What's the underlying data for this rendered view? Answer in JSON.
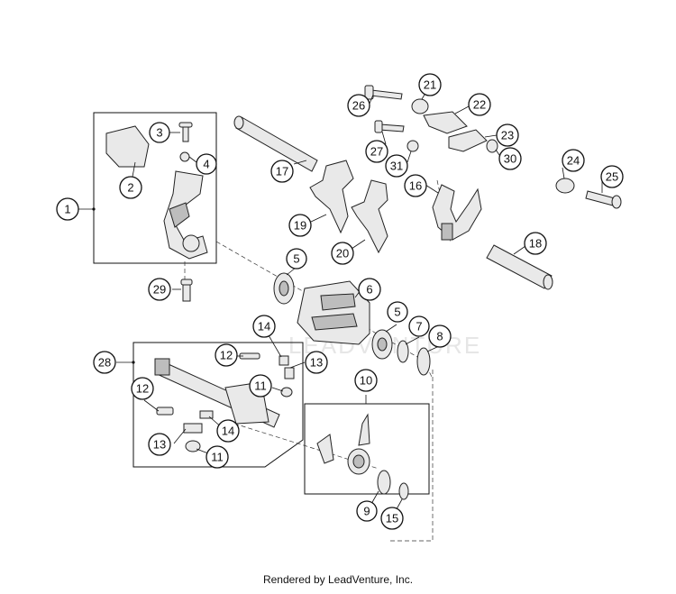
{
  "footer_text": "Rendered by LeadVenture, Inc.",
  "watermark_text": "LEADVENTURE",
  "callouts": [
    {
      "id": "c1",
      "label": "1"
    },
    {
      "id": "c2",
      "label": "2"
    },
    {
      "id": "c3",
      "label": "3"
    },
    {
      "id": "c4",
      "label": "4"
    },
    {
      "id": "c29",
      "label": "29"
    },
    {
      "id": "c17",
      "label": "17"
    },
    {
      "id": "c19",
      "label": "19"
    },
    {
      "id": "c5a",
      "label": "5"
    },
    {
      "id": "c20",
      "label": "20"
    },
    {
      "id": "c6",
      "label": "6"
    },
    {
      "id": "c16",
      "label": "16"
    },
    {
      "id": "c18",
      "label": "18"
    },
    {
      "id": "c26",
      "label": "26"
    },
    {
      "id": "c21",
      "label": "21"
    },
    {
      "id": "c22",
      "label": "22"
    },
    {
      "id": "c27",
      "label": "27"
    },
    {
      "id": "c23",
      "label": "23"
    },
    {
      "id": "c31",
      "label": "31"
    },
    {
      "id": "c30",
      "label": "30"
    },
    {
      "id": "c24",
      "label": "24"
    },
    {
      "id": "c25",
      "label": "25"
    },
    {
      "id": "c5b",
      "label": "5"
    },
    {
      "id": "c7",
      "label": "7"
    },
    {
      "id": "c8",
      "label": "8"
    },
    {
      "id": "c14a",
      "label": "14"
    },
    {
      "id": "c28",
      "label": "28"
    },
    {
      "id": "c12a",
      "label": "12"
    },
    {
      "id": "c13a",
      "label": "13"
    },
    {
      "id": "c11a",
      "label": "11"
    },
    {
      "id": "c12b",
      "label": "12"
    },
    {
      "id": "c14b",
      "label": "14"
    },
    {
      "id": "c13b",
      "label": "13"
    },
    {
      "id": "c11b",
      "label": "11"
    },
    {
      "id": "c10",
      "label": "10"
    },
    {
      "id": "c9",
      "label": "9"
    },
    {
      "id": "c15",
      "label": "15"
    }
  ]
}
